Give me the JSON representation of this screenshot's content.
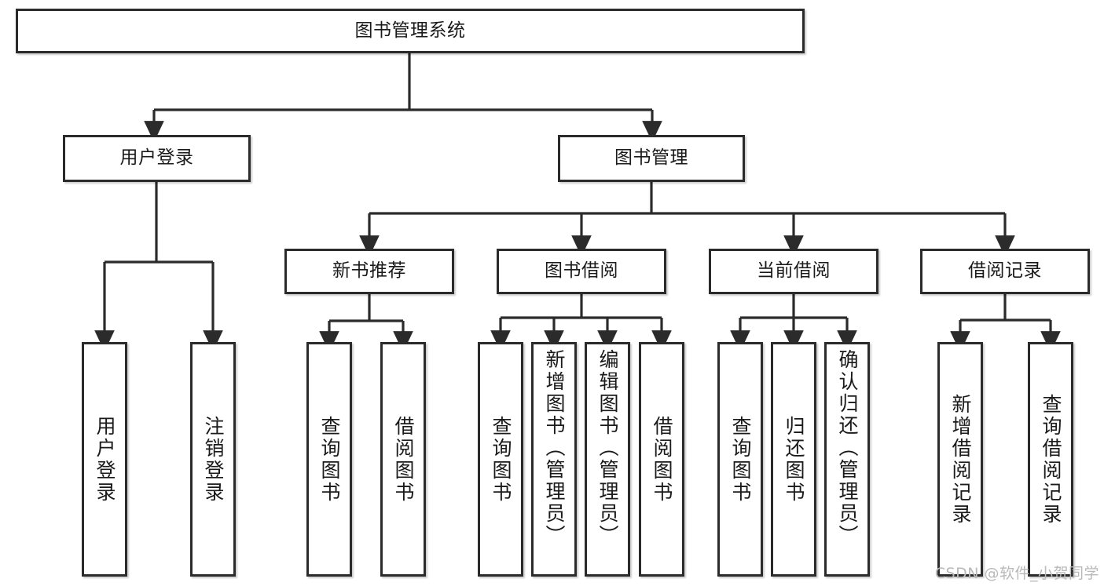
{
  "diagram": {
    "title": "图书管理系统",
    "type": "tree-hierarchy-diagram",
    "watermark": "CSDN @软件_小贺同学",
    "colors": {
      "box_border": "#2b2b2b",
      "box_fill": "#ffffff",
      "edge": "#2b2b2b",
      "text": "#1a1a1a",
      "watermark": "#b9b9b9",
      "background": "#ffffff"
    },
    "root": {
      "label": "图书管理系统"
    },
    "level2": [
      {
        "id": "user-login",
        "label": "用户登录"
      },
      {
        "id": "book-management",
        "label": "图书管理"
      }
    ],
    "level3": [
      {
        "id": "new-book-recommend",
        "label": "新书推荐",
        "parent": "book-management"
      },
      {
        "id": "book-borrow",
        "label": "图书借阅",
        "parent": "book-management"
      },
      {
        "id": "current-borrow",
        "label": "当前借阅",
        "parent": "book-management"
      },
      {
        "id": "borrow-record",
        "label": "借阅记录",
        "parent": "book-management"
      }
    ],
    "leaves": {
      "user-login": [
        {
          "id": "leaf-user-login",
          "label": "用户登录"
        },
        {
          "id": "leaf-user-logout",
          "label": "注销登录"
        }
      ],
      "new-book-recommend": [
        {
          "id": "leaf-query-book-1",
          "label": "查询图书"
        },
        {
          "id": "leaf-borrow-book-1",
          "label": "借阅图书"
        }
      ],
      "book-borrow": [
        {
          "id": "leaf-query-book-2",
          "label": "查询图书"
        },
        {
          "id": "leaf-add-book",
          "label": "新增图书（管理员）"
        },
        {
          "id": "leaf-edit-book",
          "label": "编辑图书（管理员）"
        },
        {
          "id": "leaf-borrow-book-2",
          "label": "借阅图书"
        }
      ],
      "current-borrow": [
        {
          "id": "leaf-query-book-3",
          "label": "查询图书"
        },
        {
          "id": "leaf-return-book",
          "label": "归还图书"
        },
        {
          "id": "leaf-confirm-return",
          "label": "确认归还（管理员）"
        }
      ],
      "borrow-record": [
        {
          "id": "leaf-add-record",
          "label": "新增借阅记录"
        },
        {
          "id": "leaf-query-record",
          "label": "查询借阅记录"
        }
      ]
    }
  }
}
